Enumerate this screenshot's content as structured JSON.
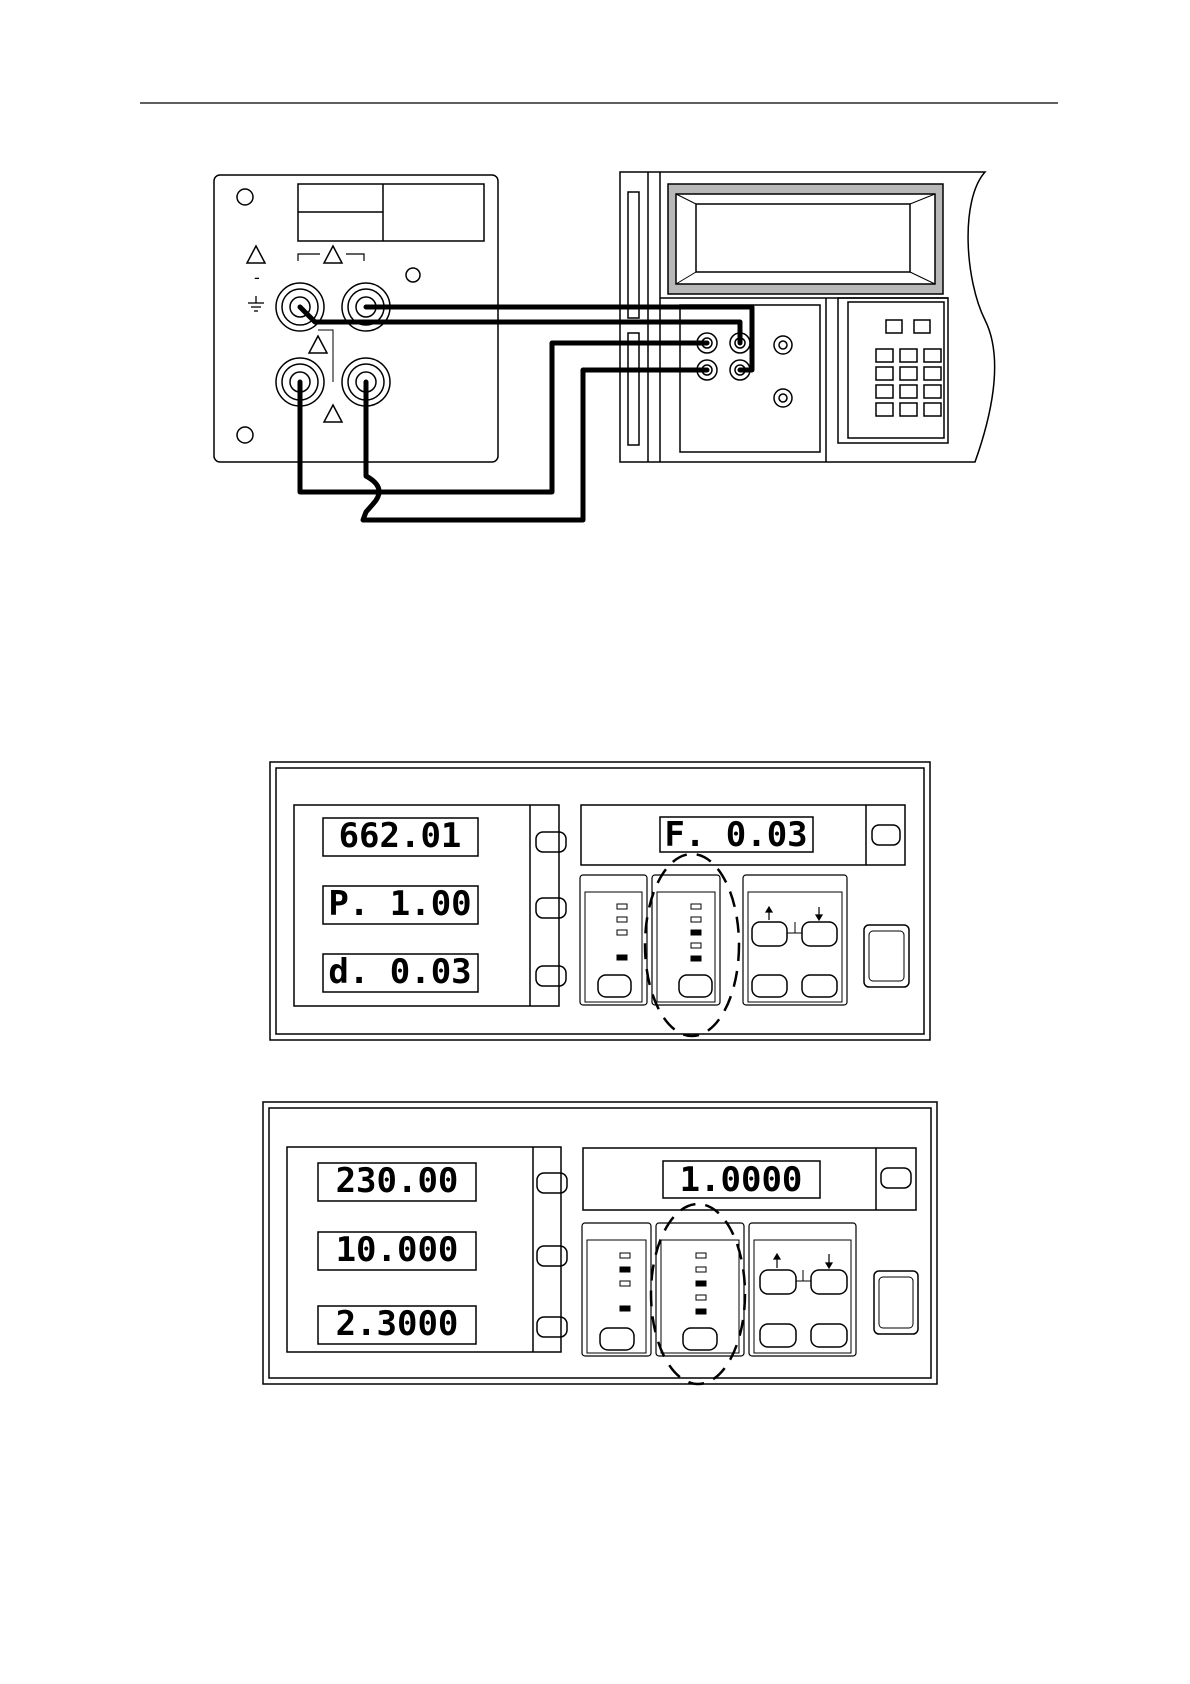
{
  "diagram": {
    "panel_a": {
      "readouts": [
        "662.01",
        "P. 1.00",
        "d. 0.03"
      ],
      "right_readout": "F. 0.03"
    },
    "panel_b": {
      "readouts": [
        "230.00",
        "10.000",
        "2.3000"
      ],
      "right_readout": "1.0000"
    },
    "symbols": {
      "minus": "-",
      "ground": "⏚"
    }
  }
}
